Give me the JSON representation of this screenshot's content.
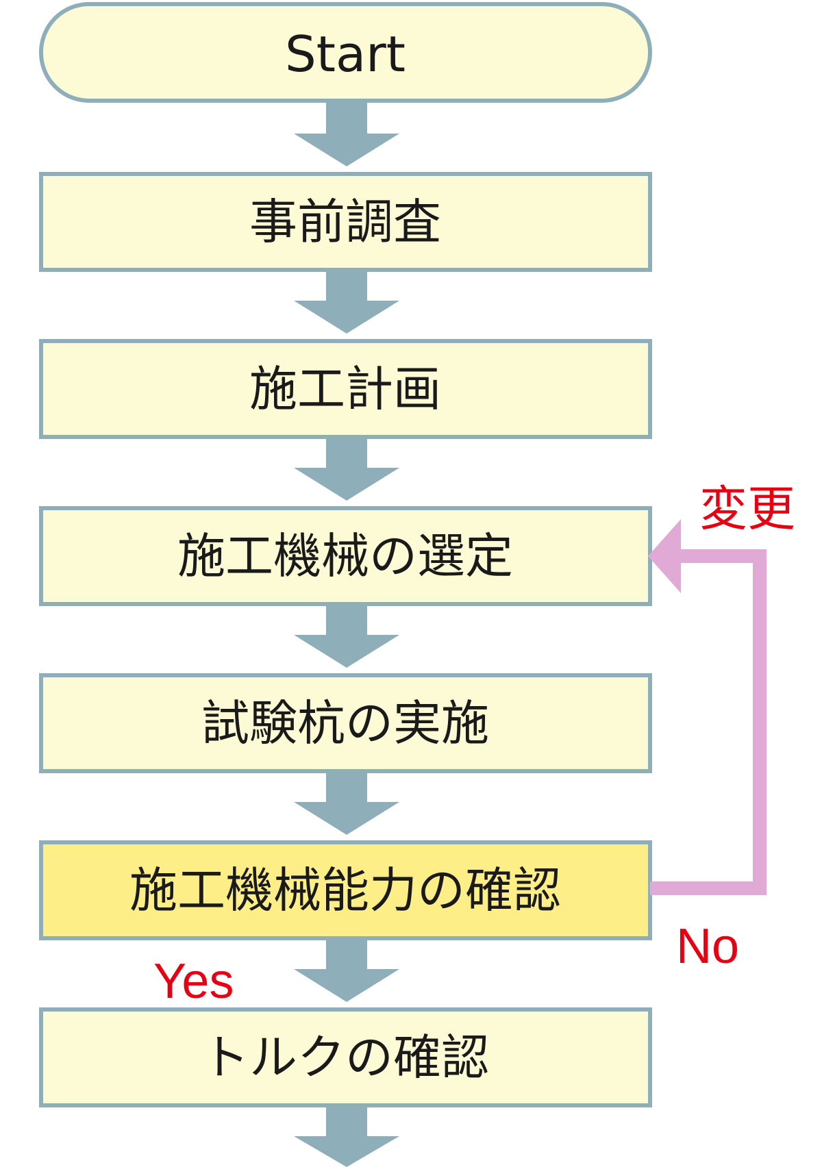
{
  "colors": {
    "box_fill": "#fdfbd6",
    "box_fill_highlight": "#fdee88",
    "box_stroke": "#8eaeb9",
    "arrow": "#8eaeb9",
    "feedback_arrow": "#e1aad6",
    "label_red": "#e60012"
  },
  "flow": {
    "start": "Start",
    "steps": [
      "事前調査",
      "施工計画",
      "施工機械の選定",
      "試験杭の実施",
      "施工機械能力の確認",
      "トルクの確認"
    ],
    "highlight_index": 4
  },
  "labels": {
    "yes": "Yes",
    "no": "No",
    "change": "変更"
  }
}
